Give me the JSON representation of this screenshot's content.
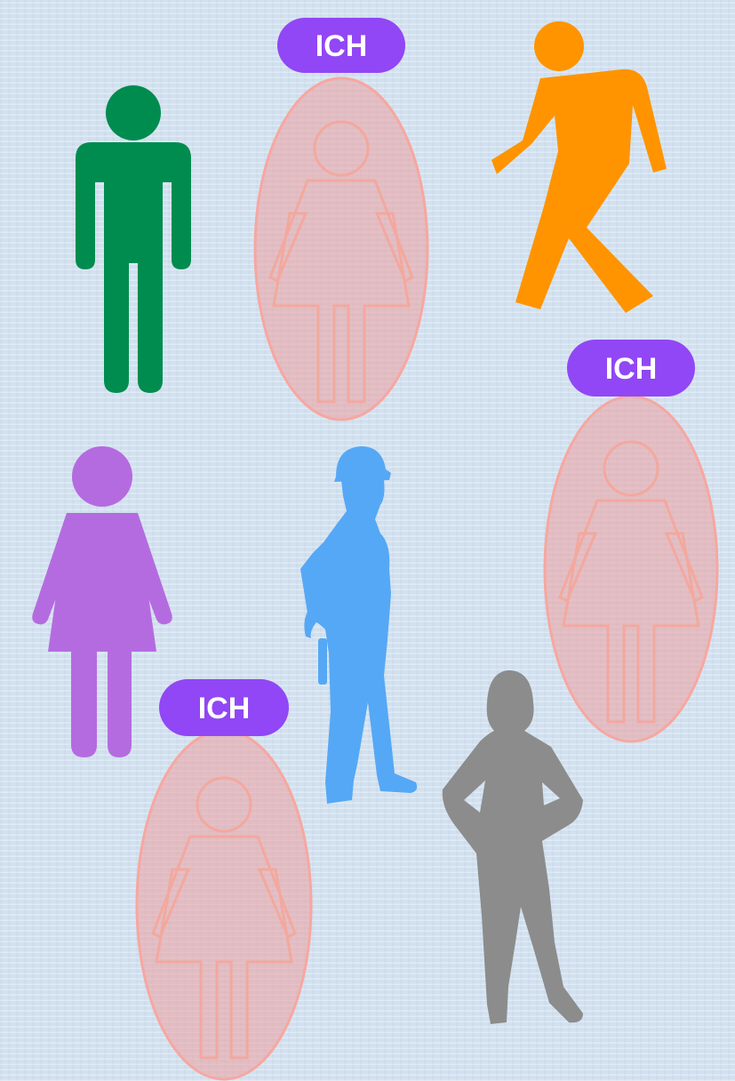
{
  "badges": {
    "top": "ICH",
    "right": "ICH",
    "bottom": "ICH"
  },
  "colors": {
    "background": "#d2e1ef",
    "man": "#008c4f",
    "walker": "#ff9400",
    "woman": "#b56be0",
    "worker": "#55a8f5",
    "silhouette": "#8c8c8c",
    "highlight_fill": "#ec9f9f",
    "highlight_stroke": "#f7a7a0",
    "badge": "#9147f5"
  },
  "icons": [
    "man-icon",
    "walking-person-icon",
    "woman-icon",
    "construction-worker-icon",
    "woman-silhouette-icon",
    "highlighted-woman-icon"
  ]
}
